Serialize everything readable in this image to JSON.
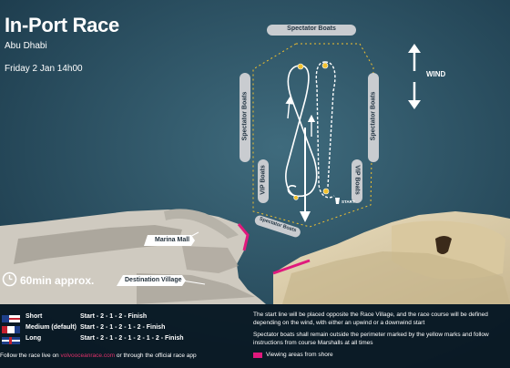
{
  "header": {
    "title": "In-Port Race",
    "location": "Abu Dhabi",
    "datetime": "Friday  2 Jan 14h00"
  },
  "duration": "60min approx.",
  "wind_label": "WIND",
  "course": {
    "spectator_top": "Spectator Boats",
    "spectator_left": "Spectator Boats",
    "spectator_right": "Spectator Boats",
    "spectator_bottom": "Spectator Boats",
    "vip_left": "VIP Boats",
    "vip_right": "VIP Boats",
    "start_label": "START"
  },
  "landmarks": {
    "marina_mall": "Marina Mall",
    "destination_village": "Destination Village"
  },
  "legend": [
    {
      "name": "Short",
      "sequence": "Start - 2 - 1 - 2 - Finish",
      "flag_color": "#1e3f8a"
    },
    {
      "name": "Medium (default)",
      "sequence": "Start - 2 - 1 - 2 - 1 - 2 - Finish",
      "flag_color": "#c4202e"
    },
    {
      "name": "Long",
      "sequence": "Start - 2 - 1 - 2 - 1 - 2 - 1 - 2 - Finish",
      "flag_color": "#1e3f8a"
    }
  ],
  "footer": {
    "prefix": "Follow the race live on ",
    "site": "volvooceanrace.com",
    "suffix": " or through the official race app"
  },
  "notes": {
    "start_line": "The start line will be placed opposite the Race Village, and the race course will be defined depending on the wind, with either an upwind or a downwind start",
    "spectators": "Spectator boats shall remain outside the perimeter marked by the yellow marks and follow instructions from course Marshalls at all times",
    "viewing_key": "Viewing areas from shore"
  },
  "colors": {
    "sea": "#2a4f62",
    "accent": "#e0316b",
    "viewing": "#e0197d",
    "buoy": "#f2c12e"
  }
}
